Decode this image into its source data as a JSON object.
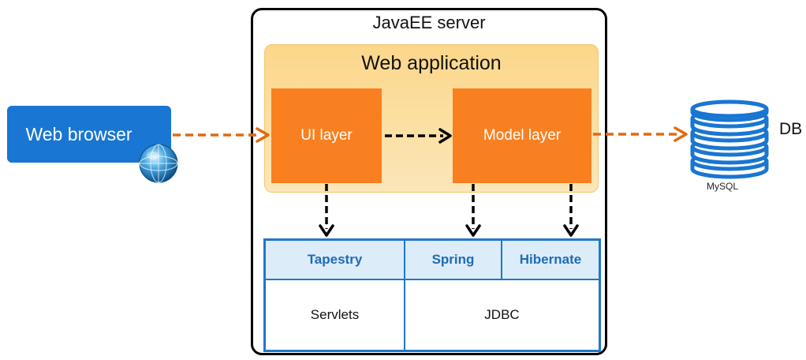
{
  "server": {
    "title": "JavaEE server"
  },
  "web_application": {
    "title": "Web application",
    "ui_layer": "UI layer",
    "model_layer": "Model layer"
  },
  "browser": {
    "label": "Web browser"
  },
  "frameworks": {
    "top_row": [
      "Tapestry",
      "Spring",
      "Hibernate"
    ],
    "bottom_row": [
      "Servlets",
      "JDBC"
    ]
  },
  "database": {
    "label": "DB",
    "product": "MySQL"
  },
  "colors": {
    "orange": "#f98021",
    "arrow_orange": "#e06a10",
    "browser_blue": "#1976d2",
    "framework_border": "#2177c9",
    "framework_header_bg": "#dcecf9"
  }
}
